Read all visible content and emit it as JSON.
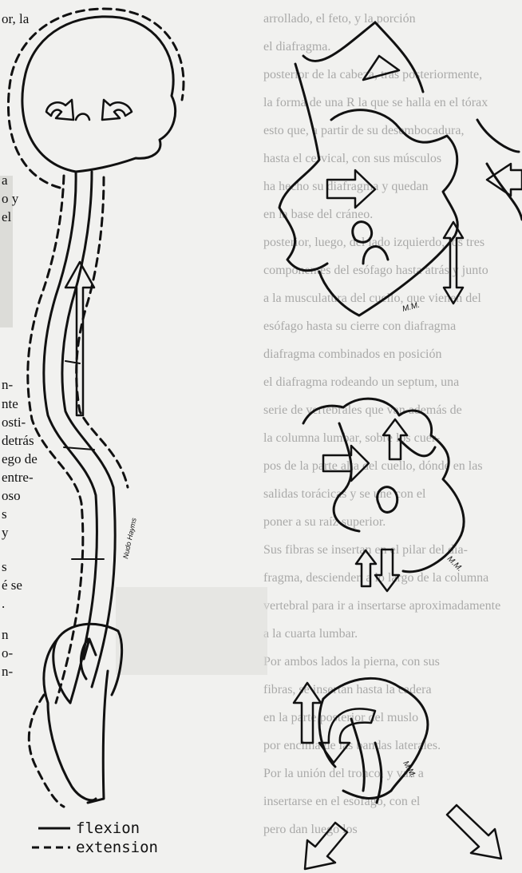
{
  "left_fragments": [
    "or, la",
    "a",
    "o y",
    "el",
    "n-",
    "nte",
    "osti-",
    "detrás",
    "ego de",
    "entre-",
    "oso",
    "s",
    "y",
    "s",
    "é se",
    ".",
    "n",
    "o-",
    "n-"
  ],
  "background_text": [
    "arrollado, el feto, y la porción",
    "el diafragma.",
    "posterior de la cabeza, tras posteriormente,",
    "la forma de una R la que se halla en el tórax",
    "esto que, a partir de su desembocadura,",
    "hasta el cervical, con sus músculos",
    "ha hecho su diafragma y quedan",
    "en la base del cráneo.",
    "posterior, luego, del lado izquierdo, los tres",
    "componentes del esófago hasta atrás y junto",
    "a la musculatura del cuello, que vienen del",
    "esófago hasta su cierre con diafragma",
    "diafragma combinados en posición",
    "el diafragma rodeando un septum, una",
    "serie de vertebrales que van además de",
    "la columna lumbar, sobre los cuer-",
    "pos de la parte alta del cuello, dónde en las",
    "salidas torácicas y se une con el",
    "poner a su raíz superior.",
    "Sus fibras se insertan en el pilar del dia-",
    "fragma, descienden a lo largo de la columna",
    "vertebral para ir a insertarse aproximadamente",
    "a la cuarta lumbar.",
    "Por ambos lados la pierna, con sus",
    "fibras, se insertan hasta la cadera",
    "en la parte posterior del muslo",
    "por encima de las bandas laterales.",
    "Por la unión del tronco, y van a",
    "insertarse en el esófago, con el",
    "pero dan luego los"
  ],
  "diagram": {
    "curve_label": "Nudo Hayms",
    "mm_label": "M.M.",
    "legend": {
      "flexion_label": "flexion",
      "extension_label": "extension"
    }
  }
}
